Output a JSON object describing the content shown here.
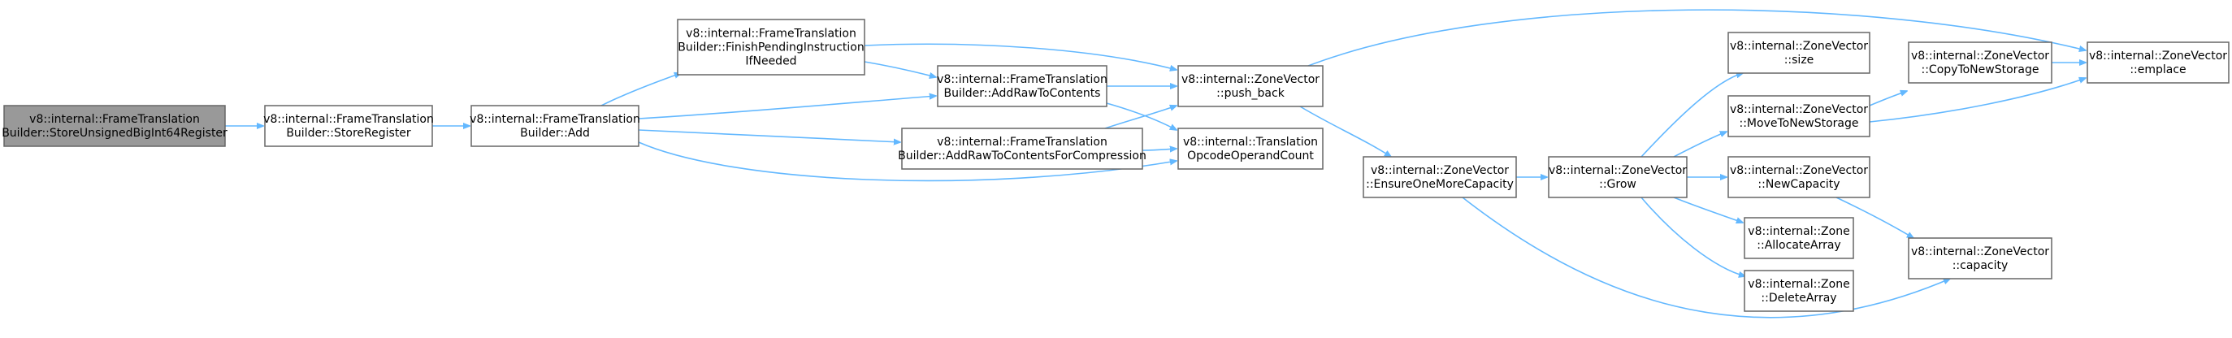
{
  "graph": {
    "nodes": [
      {
        "id": "n0",
        "lines": [
          "v8::internal::FrameTranslation",
          "Builder::StoreUnsignedBigInt64Register"
        ],
        "root": true
      },
      {
        "id": "n1",
        "lines": [
          "v8::internal::FrameTranslation",
          "Builder::StoreRegister"
        ]
      },
      {
        "id": "n2",
        "lines": [
          "v8::internal::FrameTranslation",
          "Builder::Add"
        ]
      },
      {
        "id": "n3",
        "lines": [
          "v8::internal::FrameTranslation",
          "Builder::FinishPendingInstruction",
          "IfNeeded"
        ]
      },
      {
        "id": "n4",
        "lines": [
          "v8::internal::FrameTranslation",
          "Builder::AddRawToContents"
        ]
      },
      {
        "id": "n5",
        "lines": [
          "v8::internal::FrameTranslation",
          "Builder::AddRawToContentsForCompression"
        ]
      },
      {
        "id": "n6",
        "lines": [
          "v8::internal::ZoneVector",
          "::push_back"
        ]
      },
      {
        "id": "n7",
        "lines": [
          "v8::internal::Translation",
          "OpcodeOperandCount"
        ]
      },
      {
        "id": "n8",
        "lines": [
          "v8::internal::ZoneVector",
          "::EnsureOneMoreCapacity"
        ]
      },
      {
        "id": "n9",
        "lines": [
          "v8::internal::ZoneVector",
          "::Grow"
        ]
      },
      {
        "id": "n10",
        "lines": [
          "v8::internal::ZoneVector",
          "::size"
        ]
      },
      {
        "id": "n11",
        "lines": [
          "v8::internal::ZoneVector",
          "::MoveToNewStorage"
        ]
      },
      {
        "id": "n12",
        "lines": [
          "v8::internal::ZoneVector",
          "::NewCapacity"
        ]
      },
      {
        "id": "n13",
        "lines": [
          "v8::internal::Zone",
          "::AllocateArray"
        ]
      },
      {
        "id": "n14",
        "lines": [
          "v8::internal::Zone",
          "::DeleteArray"
        ]
      },
      {
        "id": "n15",
        "lines": [
          "v8::internal::ZoneVector",
          "::CopyToNewStorage"
        ]
      },
      {
        "id": "n16",
        "lines": [
          "v8::internal::ZoneVector",
          "::emplace"
        ]
      },
      {
        "id": "n17",
        "lines": [
          "v8::internal::ZoneVector",
          "::capacity"
        ]
      }
    ],
    "edges": [
      {
        "from": "n0",
        "to": "n1"
      },
      {
        "from": "n1",
        "to": "n2"
      },
      {
        "from": "n2",
        "to": "n3"
      },
      {
        "from": "n2",
        "to": "n4"
      },
      {
        "from": "n2",
        "to": "n5"
      },
      {
        "from": "n2",
        "to": "n7"
      },
      {
        "from": "n3",
        "to": "n4"
      },
      {
        "from": "n3",
        "to": "n6"
      },
      {
        "from": "n4",
        "to": "n6"
      },
      {
        "from": "n4",
        "to": "n7"
      },
      {
        "from": "n5",
        "to": "n6"
      },
      {
        "from": "n5",
        "to": "n7"
      },
      {
        "from": "n6",
        "to": "n8"
      },
      {
        "from": "n6",
        "to": "n16"
      },
      {
        "from": "n8",
        "to": "n9"
      },
      {
        "from": "n8",
        "to": "n17"
      },
      {
        "from": "n9",
        "to": "n10"
      },
      {
        "from": "n9",
        "to": "n11"
      },
      {
        "from": "n9",
        "to": "n12"
      },
      {
        "from": "n9",
        "to": "n13"
      },
      {
        "from": "n9",
        "to": "n14"
      },
      {
        "from": "n11",
        "to": "n15"
      },
      {
        "from": "n11",
        "to": "n16"
      },
      {
        "from": "n12",
        "to": "n17"
      },
      {
        "from": "n15",
        "to": "n16"
      }
    ]
  }
}
